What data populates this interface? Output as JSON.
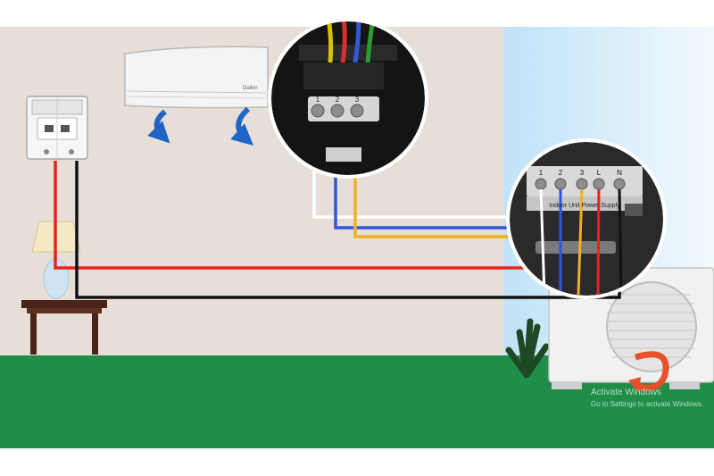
{
  "terminals_indoor": [
    "1",
    "2",
    "3"
  ],
  "terminals_outdoor": [
    "1",
    "2",
    "3",
    "L",
    "N"
  ],
  "outdoor_board_text": "Indoor Unit   Power Supply",
  "ac_brand": "Daikin",
  "watermark": {
    "title": "Activate Windows",
    "subtitle": "Go to Settings to activate Windows."
  },
  "wire_colors": {
    "white": "#ffffff",
    "blue": "#2f55e0",
    "yellow": "#f0b020",
    "red": "#e52420",
    "black": "#111111"
  }
}
